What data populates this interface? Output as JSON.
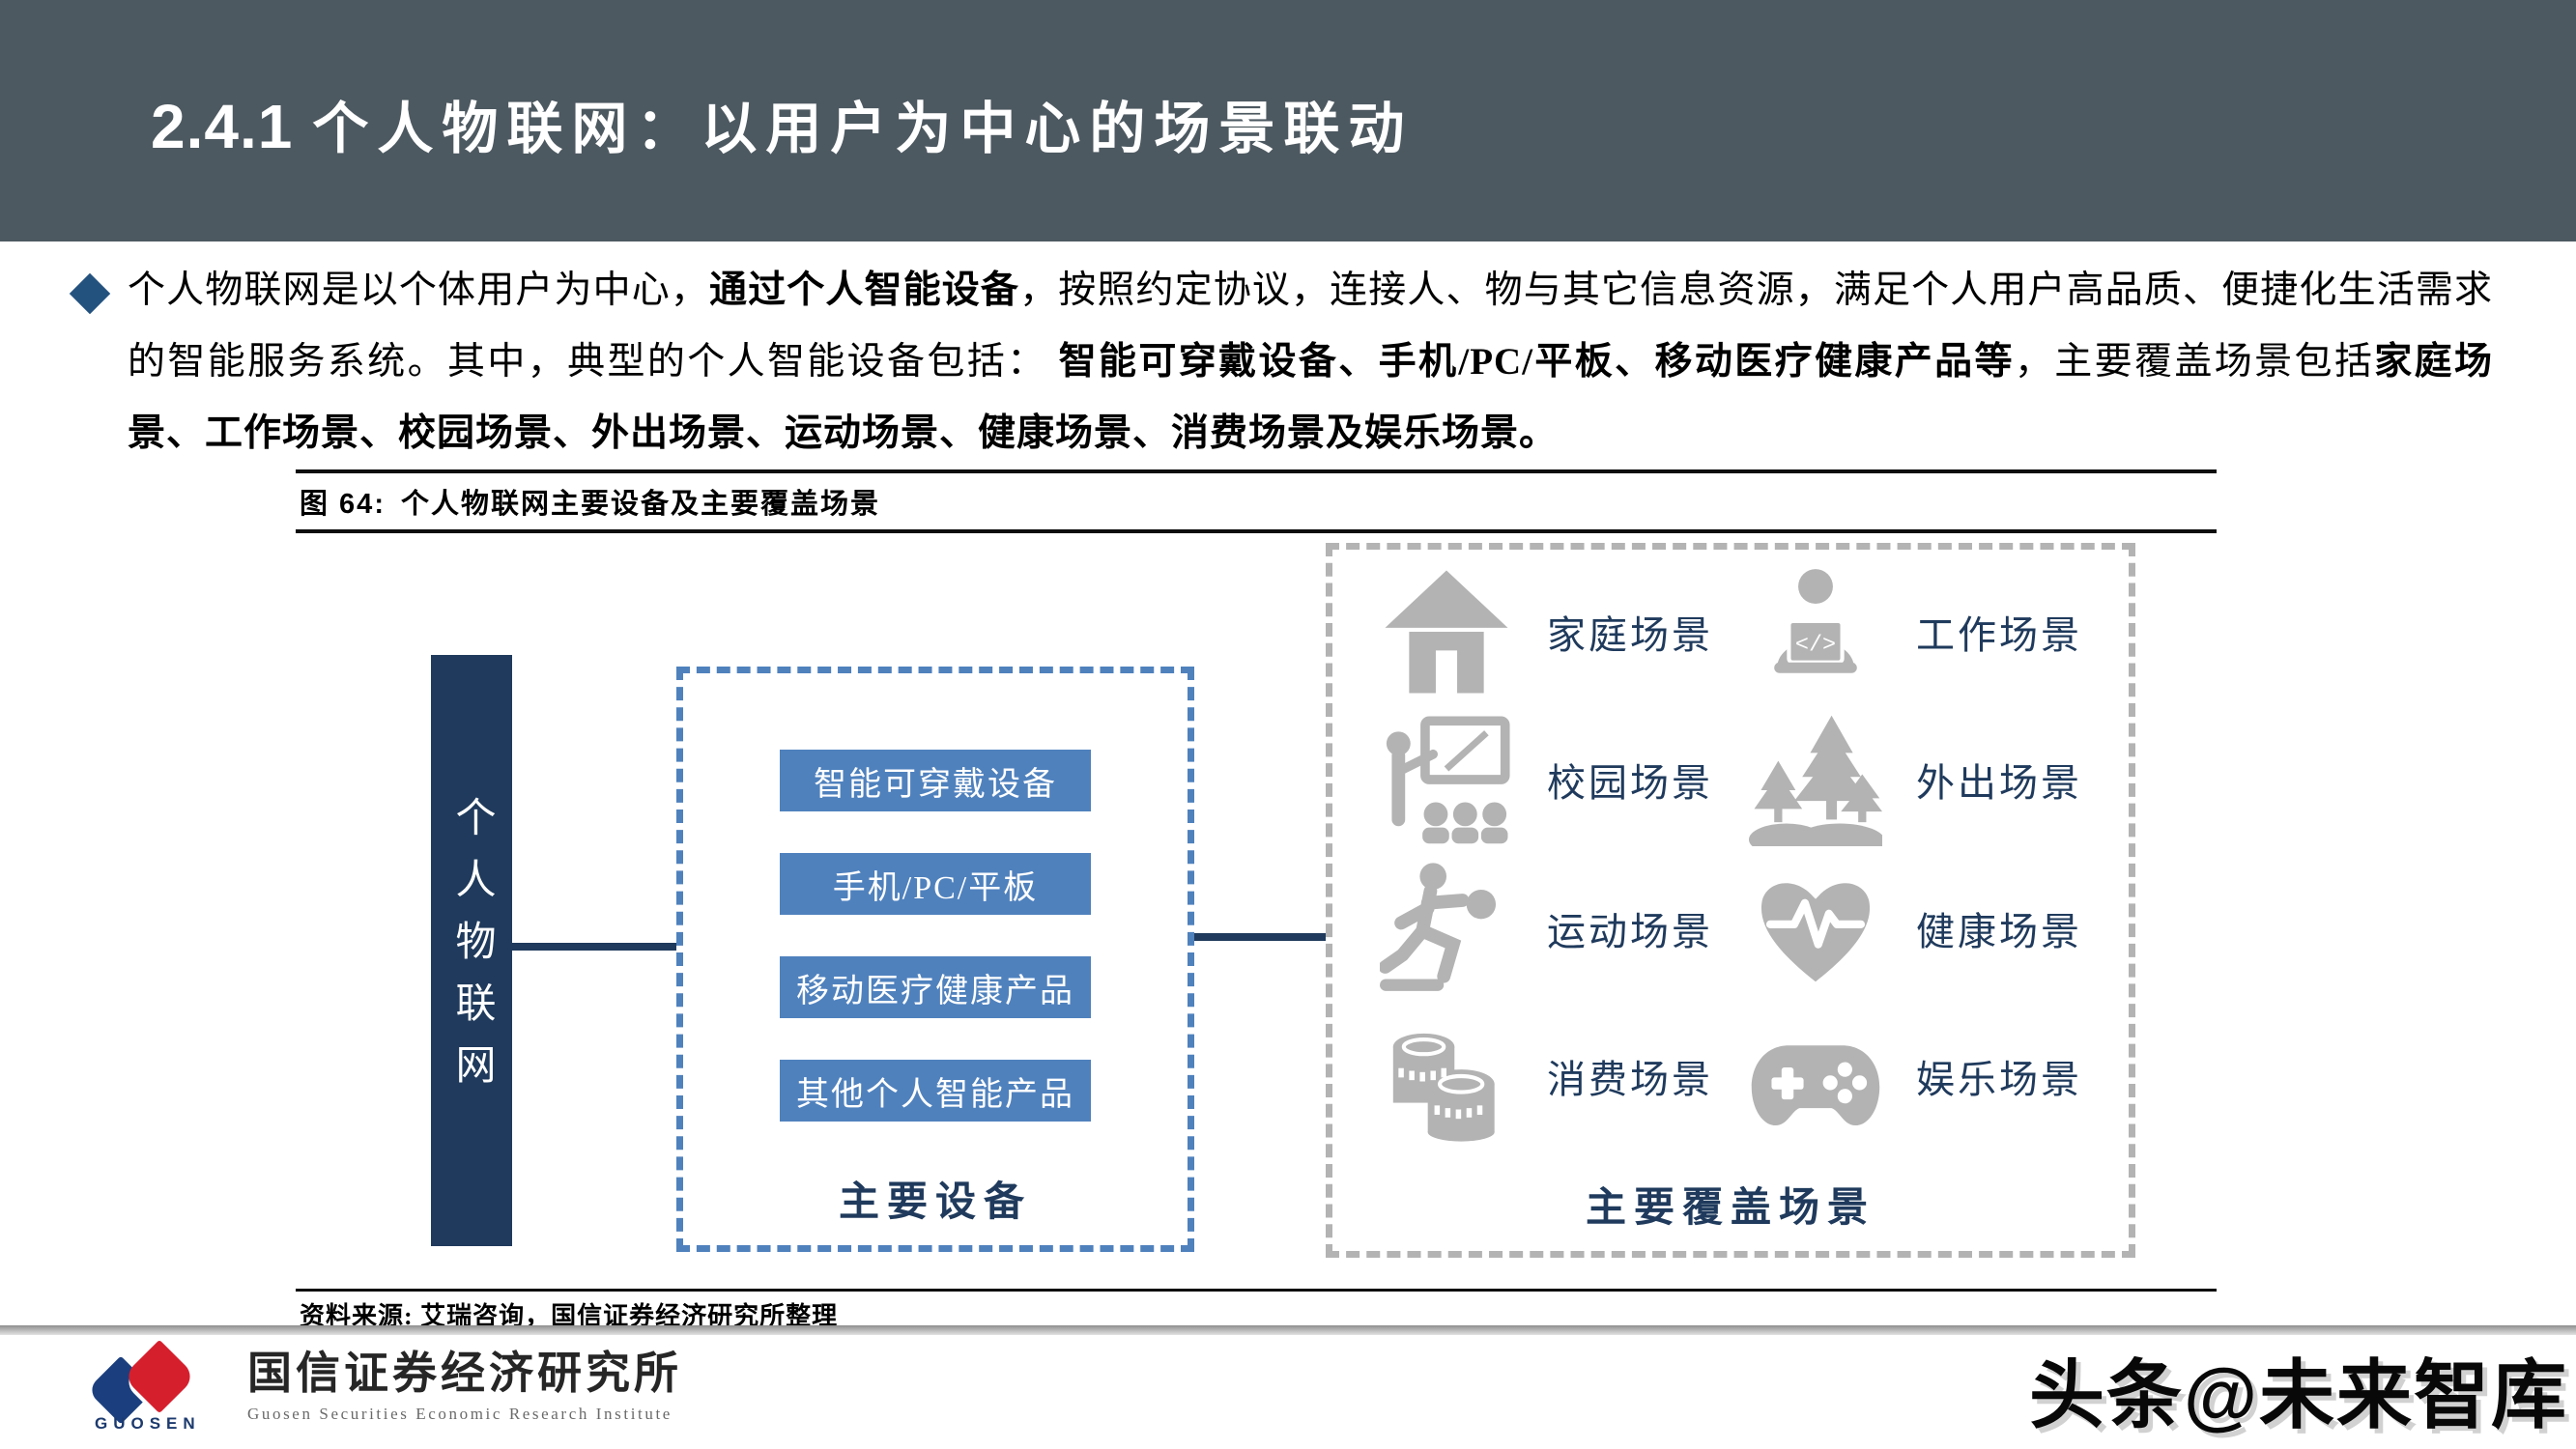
{
  "header": {
    "title_number": "2.4.1",
    "title_text": "个人物联网：以用户为中心的场景联动"
  },
  "paragraph": {
    "runs": [
      {
        "text": "个人物联网是以个体用户为中心，",
        "bold": false
      },
      {
        "text": "通过个人智能设备",
        "bold": true
      },
      {
        "text": "，按照约定协议，连接人、物与其它信息资源，满足个人用户高品质、便捷化生活需求的智能服务系统。其中，典型的个人智能设备包括： ",
        "bold": false
      },
      {
        "text": "智能可穿戴设备、手机/PC/平板、移动医疗健康产品等",
        "bold": true
      },
      {
        "text": "，主要覆盖场景包括",
        "bold": false
      },
      {
        "text": "家庭场景、工作场景、校园场景、外出场景、运动场景、健康场景、消费场景及娱乐场景。",
        "bold": true
      }
    ]
  },
  "figure": {
    "caption_label": "图 64:",
    "caption_text": "个人物联网主要设备及主要覆盖场景",
    "source": "资料来源: 艾瑞咨询，国信证券经济研究所整理",
    "diagram": {
      "root_label": "个人物联网",
      "devices_title": "主要设备",
      "devices": [
        "智能可穿戴设备",
        "手机/PC/平板",
        "移动医疗健康产品",
        "其他个人智能产品"
      ],
      "scenes_title": "主要覆盖场景",
      "scenes": [
        {
          "label": "家庭场景",
          "icon": "home-icon"
        },
        {
          "label": "工作场景",
          "icon": "work-icon"
        },
        {
          "label": "校园场景",
          "icon": "school-icon"
        },
        {
          "label": "外出场景",
          "icon": "outdoor-icon"
        },
        {
          "label": "运动场景",
          "icon": "sport-icon"
        },
        {
          "label": "健康场景",
          "icon": "health-icon"
        },
        {
          "label": "消费场景",
          "icon": "consume-icon"
        },
        {
          "label": "娱乐场景",
          "icon": "entertainment-icon"
        }
      ]
    }
  },
  "footer": {
    "logo_mark": "GUOSEN",
    "logo_text_cn": "国信证券经济研究所",
    "logo_text_en": "Guosen Securities Economic Research Institute",
    "watermark": "头条@未来智库"
  },
  "colors": {
    "header_bg": "#4d5961",
    "navy": "#1f3a5c",
    "steel_blue": "#4f81bd",
    "icon_gray": "#b3b3b3",
    "logo_blue": "#1b3f7e",
    "logo_red": "#d51f2d"
  }
}
